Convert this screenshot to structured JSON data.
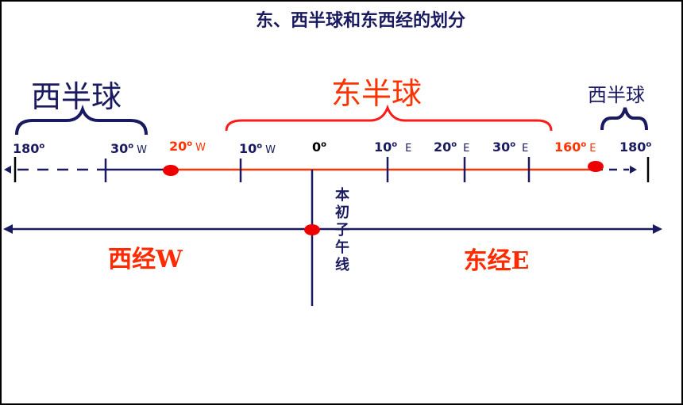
{
  "title": "东、西半球和东西经的划分",
  "hemispheres": {
    "west_left": "西半球",
    "east": "东半球",
    "west_right": "西半球"
  },
  "ticks": [
    {
      "num": "180",
      "deg": "o",
      "dir": "",
      "color": "#1a1a60"
    },
    {
      "num": "30",
      "deg": "o",
      "dir": "W",
      "color": "#1a1a60"
    },
    {
      "num": "20",
      "deg": "o",
      "dir": "W",
      "color": "#ff3300"
    },
    {
      "num": "10",
      "deg": "o",
      "dir": "W",
      "color": "#1a1a60"
    },
    {
      "num": "0",
      "deg": "o",
      "dir": "",
      "color": "#000000"
    },
    {
      "num": "10",
      "deg": "o",
      "dir": "E",
      "color": "#1a1a60"
    },
    {
      "num": "20",
      "deg": "o",
      "dir": "E",
      "color": "#1a1a60"
    },
    {
      "num": "30",
      "deg": "o",
      "dir": "E",
      "color": "#1a1a60"
    },
    {
      "num": "160",
      "deg": "o",
      "dir": "E",
      "color": "#ff3300"
    },
    {
      "num": "180",
      "deg": "o",
      "dir": "",
      "color": "#1a1a60"
    }
  ],
  "prime_meridian": [
    "本",
    "初",
    "子",
    "午",
    "线"
  ],
  "longitude": {
    "west": "西经W",
    "east": "东经E"
  },
  "colors": {
    "navy": "#1a1a60",
    "red": "#ff2a00",
    "dot": "#ee0000"
  }
}
